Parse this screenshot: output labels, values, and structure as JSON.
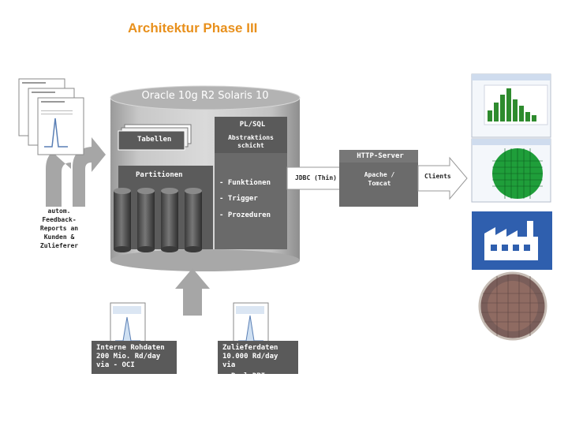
{
  "title": "Architektur Phase III",
  "database": {
    "label": "Oracle 10g R2 Solaris 10",
    "plsql_label": "PL/SQL",
    "tables_label": "Tabellen",
    "abstraction_label": "Abstraktions schicht",
    "partitions_label": "Partitionen",
    "functions_label": "- Funktionen",
    "trigger_label": "- Trigger",
    "procedures_label": "- Prozeduren"
  },
  "http_server": {
    "header": "HTTP-Server",
    "jdbc_label": "JDBC (Thin)",
    "apache_label": "Apache / Tomcat",
    "clients_label": "Clients"
  },
  "feedback_label": "autom. Feedback-Reports an Kunden & Zulieferer",
  "inputs": {
    "internal": "Interne Rohdaten 200 Mio. Rd/day via - OCI",
    "supplier_line1": "Zulieferdaten 10.000 Rd/day via",
    "supplier_line2": "- Perl DBI"
  },
  "icons": {
    "factory": "factory-icon",
    "wafer": "wafer-icon",
    "report": "report-document-icon",
    "web": "web-page-icon"
  },
  "colors": {
    "title": "#e8901c",
    "factory_bg": "#2f5fae",
    "dark_box": "#5a5a5a",
    "arrow_grey": "#a6a6a6"
  }
}
